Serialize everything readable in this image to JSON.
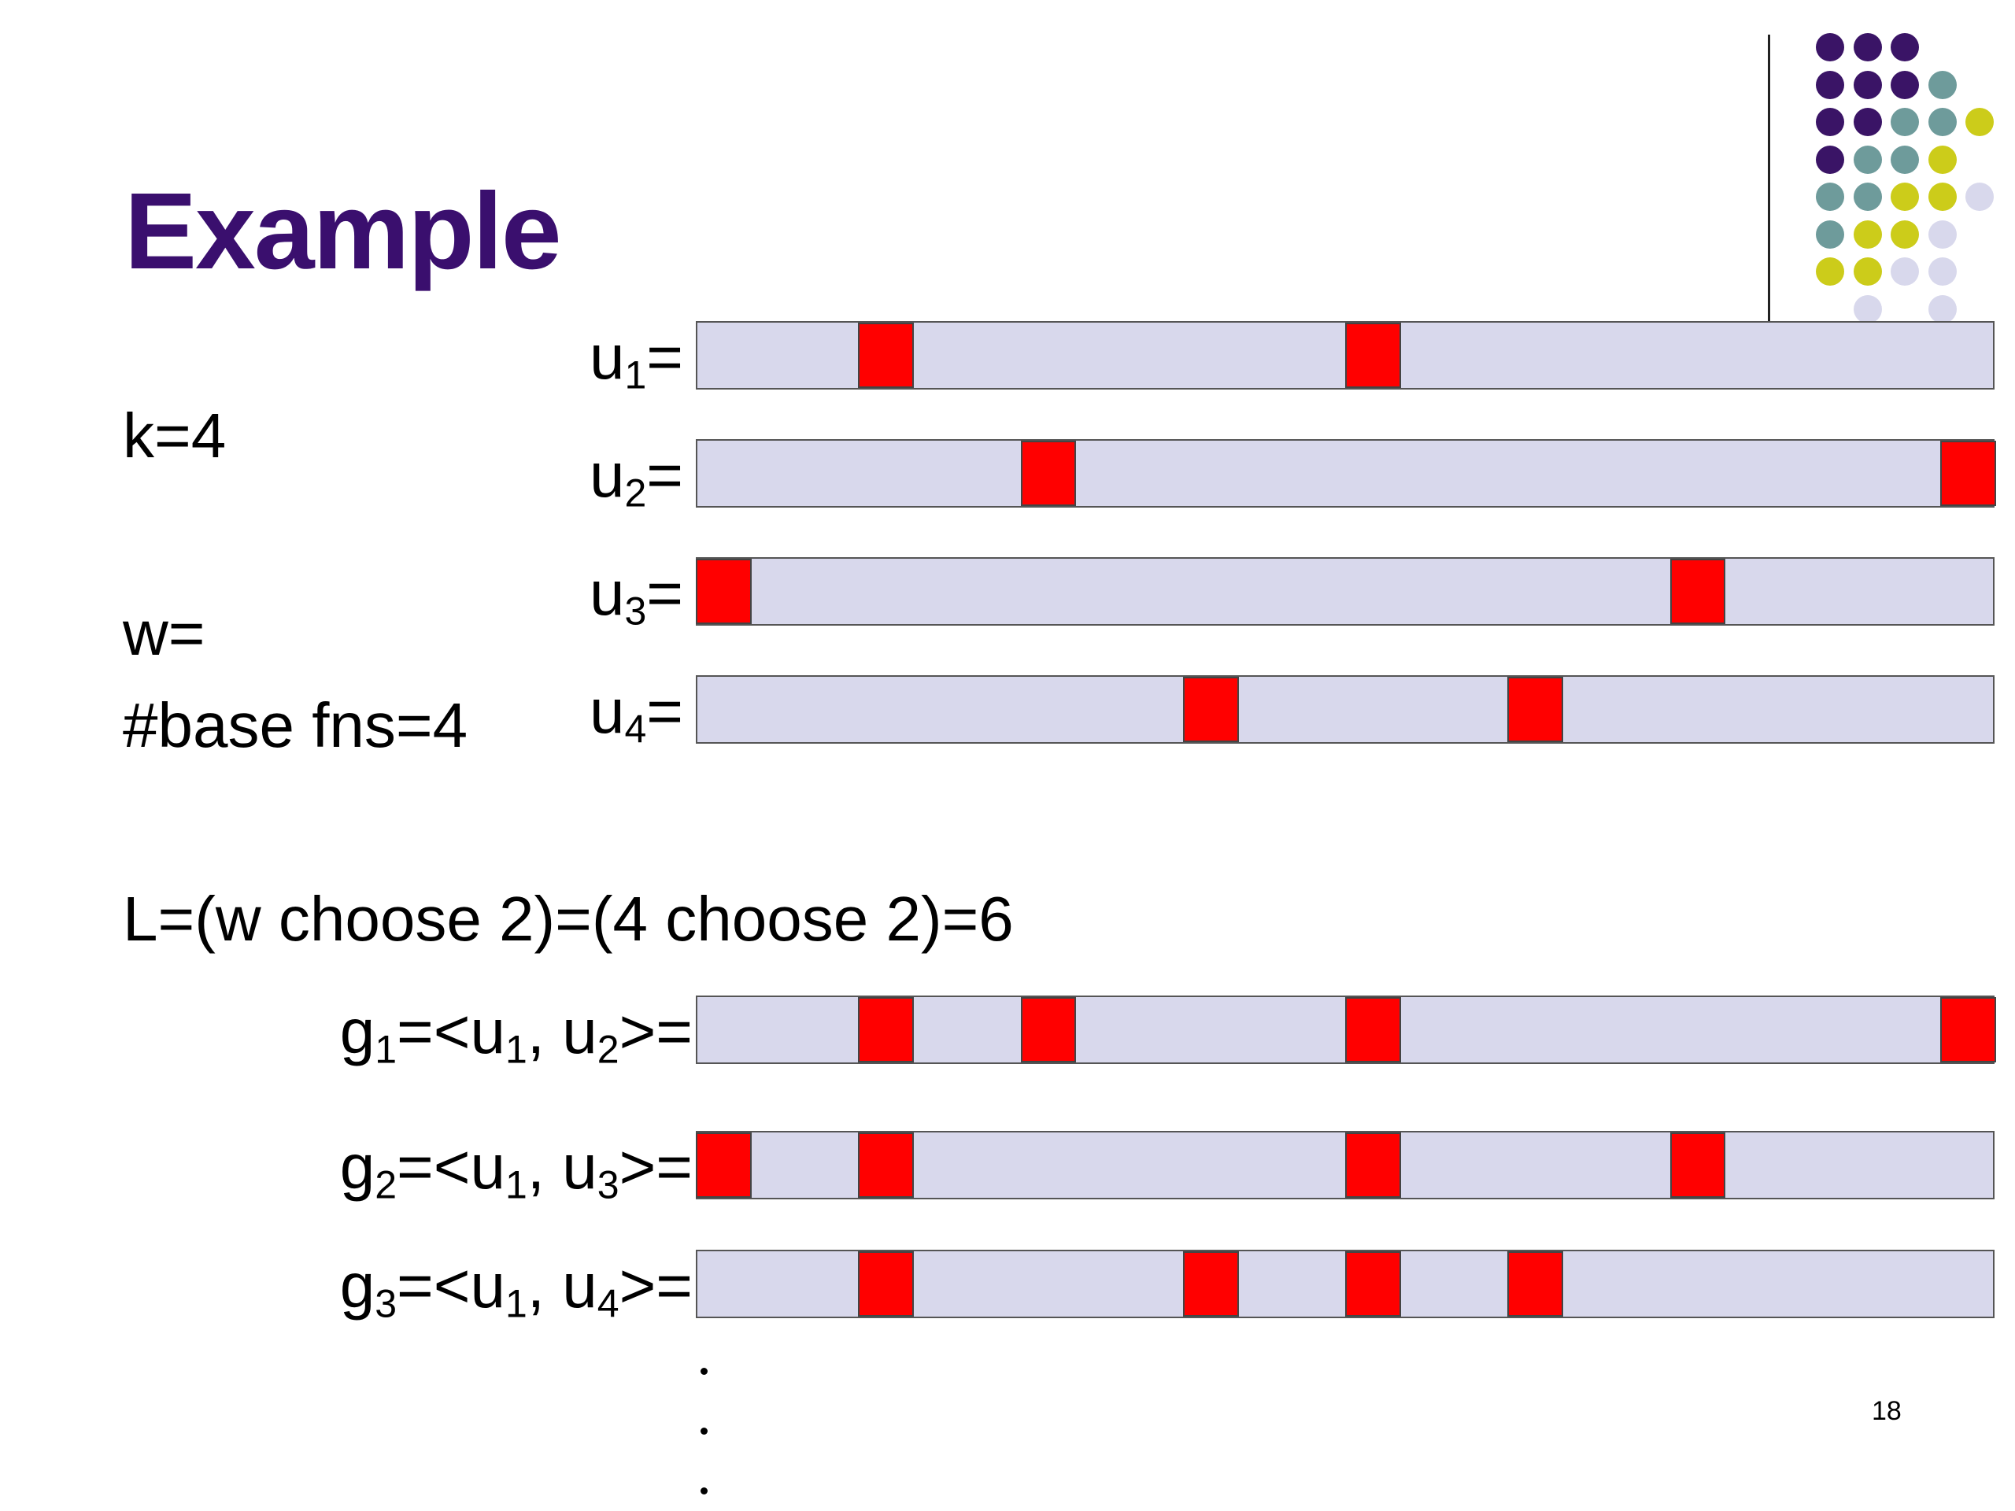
{
  "slide": {
    "title": "Example",
    "page_number": "18",
    "colors": {
      "title": "#3a0f6e",
      "bar_fill": "#d8d8ec",
      "cell_fill": "#ff0000"
    }
  },
  "params": {
    "k": "k=4",
    "w": "w=",
    "base_fns": "#base fns=4",
    "L": "L=(w choose 2)=(4 choose 2)=6"
  },
  "decor_dots": {
    "colors": [
      "#3a1466",
      "#6e9b9b",
      "#cccc1a",
      "#d8d8ec"
    ],
    "grid": [
      [
        0,
        0,
        0,
        -1,
        -1
      ],
      [
        0,
        0,
        0,
        1,
        -1
      ],
      [
        0,
        0,
        1,
        1,
        2
      ],
      [
        0,
        1,
        1,
        2,
        -1
      ],
      [
        1,
        1,
        2,
        2,
        3
      ],
      [
        1,
        2,
        2,
        3,
        -1
      ],
      [
        2,
        2,
        3,
        3,
        -1
      ],
      [
        -1,
        3,
        -1,
        3,
        -1
      ]
    ]
  },
  "bar_length": 24,
  "base_functions": [
    {
      "name": "u",
      "sub": "1",
      "suffix": "=",
      "positions": [
        3,
        12
      ]
    },
    {
      "name": "u",
      "sub": "2",
      "suffix": "=",
      "positions": [
        6,
        23
      ]
    },
    {
      "name": "u",
      "sub": "3",
      "suffix": "=",
      "positions": [
        0,
        18
      ]
    },
    {
      "name": "u",
      "sub": "4",
      "suffix": "=",
      "positions": [
        9,
        15
      ]
    }
  ],
  "combined_functions": [
    {
      "name": "g",
      "sub": "1",
      "a": "1",
      "b": "2",
      "positions": [
        3,
        6,
        12,
        23
      ]
    },
    {
      "name": "g",
      "sub": "2",
      "a": "1",
      "b": "3",
      "positions": [
        0,
        3,
        12,
        18
      ]
    },
    {
      "name": "g",
      "sub": "3",
      "a": "1",
      "b": "4",
      "positions": [
        3,
        9,
        12,
        15
      ]
    }
  ]
}
